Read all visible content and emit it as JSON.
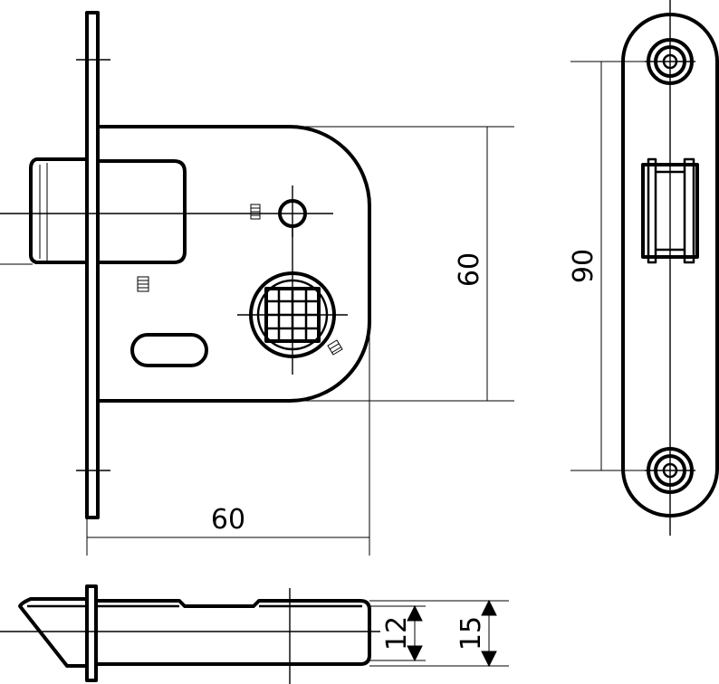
{
  "dimensions": {
    "case_height": "60",
    "backset": "60",
    "faceplate_length": "90",
    "bolt_inner": "12",
    "bolt_outer": "15"
  }
}
